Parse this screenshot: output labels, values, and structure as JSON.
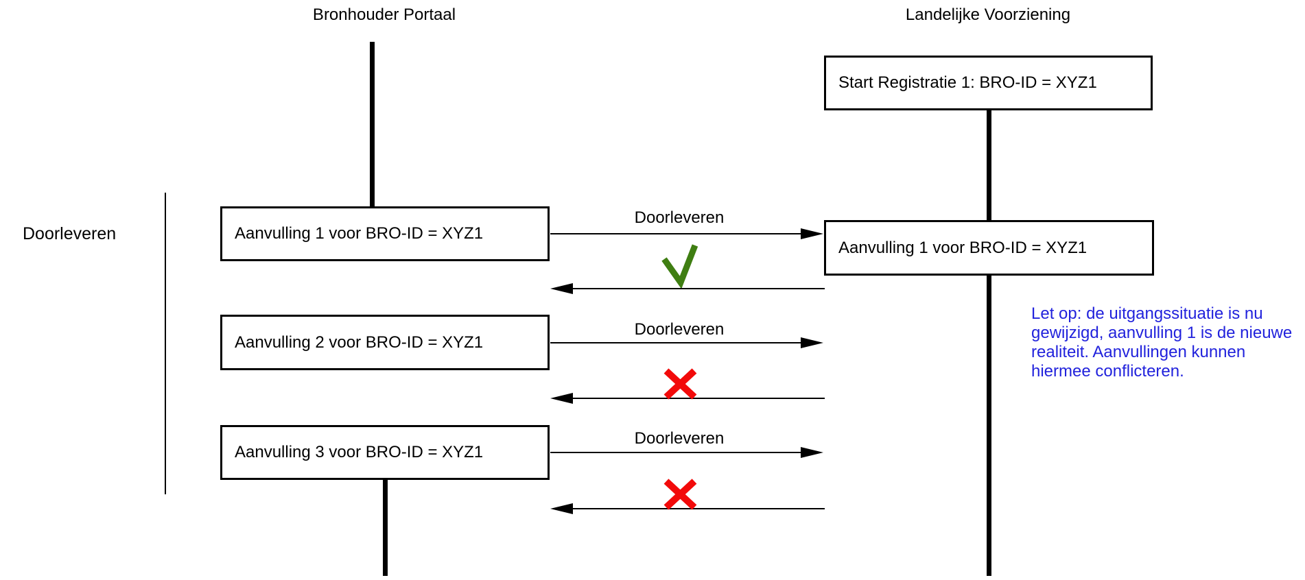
{
  "actors": {
    "left": "Bronhouder Portaal",
    "right": "Landelijke Voorziening"
  },
  "phase": {
    "label": "Doorleveren"
  },
  "right_column": {
    "start_box": "Start Registratie 1: BRO-ID = XYZ1",
    "aanvulling_box": "Aanvulling 1 voor BRO-ID = XYZ1"
  },
  "left_column": {
    "boxes": [
      "Aanvulling 1 voor BRO-ID = XYZ1",
      "Aanvulling 2 voor BRO-ID = XYZ1",
      "Aanvulling 3 voor BRO-ID = XYZ1"
    ]
  },
  "messages": [
    {
      "label": "Doorleveren",
      "direction": "right",
      "result": "success"
    },
    {
      "label": "Doorleveren",
      "direction": "right",
      "result": "failure"
    },
    {
      "label": "Doorleveren",
      "direction": "right",
      "result": "failure"
    }
  ],
  "note": {
    "lines": [
      "Let op: de uitgangssituatie is nu",
      "gewijzigd, aanvulling 1 is de nieuwe",
      "realiteit. Aanvullingen kunnen",
      "hiermee conflicteren."
    ]
  },
  "colors": {
    "success_green": "#3f7e12",
    "failure_red": "#f20a0a",
    "note_blue": "#2122dc",
    "line_black": "#000000"
  }
}
